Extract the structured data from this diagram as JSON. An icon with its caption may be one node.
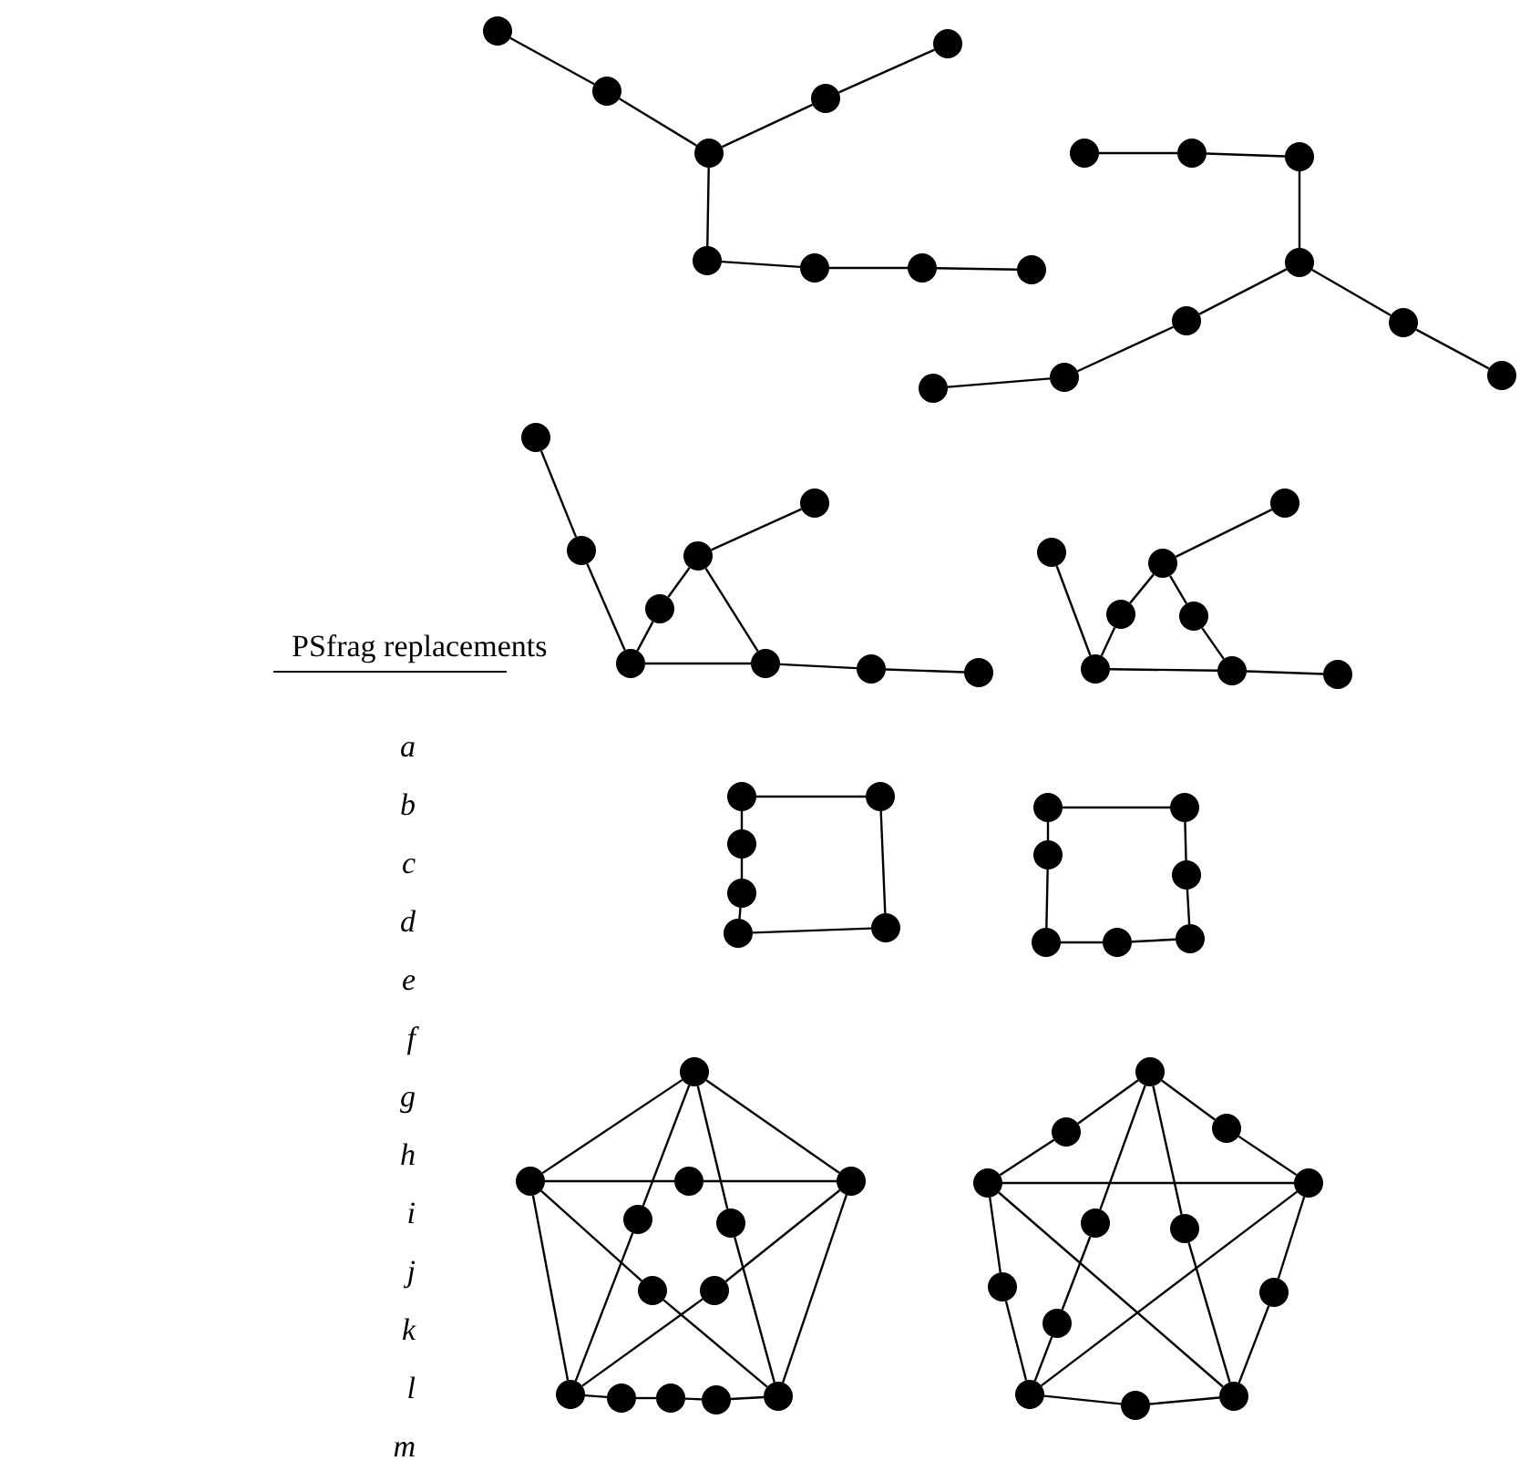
{
  "diagram": {
    "nodes": [
      {
        "text": [],
        "shape": "circle"
      },
      {
        "text": [],
        "shape": "circle"
      },
      {
        "text": [],
        "shape": "circle"
      },
      {
        "text": [],
        "shape": "circle"
      },
      {
        "text": [],
        "shape": "circle"
      },
      {
        "text": [],
        "shape": "circle"
      },
      {
        "text": [],
        "shape": "circle"
      },
      {
        "text": [],
        "shape": "circle"
      },
      {
        "text": [],
        "shape": "circle"
      },
      {
        "text": [],
        "shape": "circle"
      },
      {
        "text": [],
        "shape": "circle"
      },
      {
        "text": [],
        "shape": "circle"
      },
      {
        "text": [],
        "shape": "circle"
      },
      {
        "text": [],
        "shape": "circle"
      },
      {
        "text": [],
        "shape": "circle"
      },
      {
        "text": [],
        "shape": "circle"
      },
      {
        "text": [],
        "shape": "circle"
      },
      {
        "text": [],
        "shape": "circle"
      },
      {
        "text": [],
        "shape": "circle"
      },
      {
        "text": [],
        "shape": "circle"
      },
      {
        "text": [],
        "shape": "circle"
      },
      {
        "text": [],
        "shape": "circle"
      },
      {
        "text": [],
        "shape": "circle"
      },
      {
        "text": [],
        "shape": "circle"
      },
      {
        "text": [],
        "shape": "circle"
      },
      {
        "text": [],
        "shape": "circle"
      },
      {
        "text": [],
        "shape": "circle"
      },
      {
        "text": [],
        "shape": "circle"
      },
      {
        "text": [],
        "shape": "circle"
      },
      {
        "text": [],
        "shape": "circle"
      },
      {
        "text": [],
        "shape": "circle"
      },
      {
        "text": [],
        "shape": "circle"
      },
      {
        "text": [],
        "shape": "circle"
      },
      {
        "text": [],
        "shape": "circle"
      },
      {
        "text": [],
        "shape": "circle"
      },
      {
        "text": [],
        "shape": "circle"
      },
      {
        "text": [],
        "shape": "circle"
      },
      {
        "text": [],
        "shape": "circle"
      },
      {
        "text": [],
        "shape": "circle"
      },
      {
        "text": [],
        "shape": "circle"
      },
      {
        "text": [],
        "shape": "circle"
      },
      {
        "text": [],
        "shape": "circle"
      },
      {
        "text": [],
        "shape": "circle"
      },
      {
        "text": [],
        "shape": "circle"
      },
      {
        "text": [],
        "shape": "circle"
      },
      {
        "text": [],
        "shape": "circle"
      },
      {
        "text": [],
        "shape": "circle"
      },
      {
        "text": [],
        "shape": "circle"
      },
      {
        "text": [],
        "shape": "circle"
      },
      {
        "text": [],
        "shape": "circle"
      },
      {
        "text": [],
        "shape": "circle"
      },
      {
        "text": [],
        "shape": "circle"
      },
      {
        "text": [],
        "shape": "circle"
      },
      {
        "text": [],
        "shape": "circle"
      },
      {
        "text": [],
        "shape": "circle"
      },
      {
        "text": [],
        "shape": "circle"
      },
      {
        "text": [],
        "shape": "circle"
      },
      {
        "text": [],
        "shape": "circle"
      },
      {
        "text": [],
        "shape": "circle"
      },
      {
        "text": [],
        "shape": "circle"
      },
      {
        "text": [],
        "shape": "circle"
      },
      {
        "text": [],
        "shape": "circle"
      },
      {
        "text": [],
        "shape": "circle"
      },
      {
        "text": [],
        "shape": "circle"
      },
      {
        "text": [],
        "shape": "circle"
      },
      {
        "text": [],
        "shape": "circle"
      },
      {
        "text": [],
        "shape": "circle"
      },
      {
        "text": [],
        "shape": "circle"
      },
      {
        "text": [],
        "shape": "circle"
      },
      {
        "text": [],
        "shape": "circle"
      },
      {
        "text": [],
        "shape": "circle"
      },
      {
        "text": [],
        "shape": "circle"
      },
      {
        "text": [],
        "shape": "circle"
      },
      {
        "text": [],
        "shape": "circle"
      }
    ],
    "edges": [
      {
        "from": 0,
        "to": 1,
        "arrow": "none"
      },
      {
        "from": 1,
        "to": 2,
        "arrow": "none"
      },
      {
        "from": 2,
        "to": 3,
        "arrow": "none"
      },
      {
        "from": 3,
        "to": 4,
        "arrow": "none"
      },
      {
        "from": 2,
        "to": 5,
        "arrow": "none"
      },
      {
        "from": 5,
        "to": 6,
        "arrow": "none"
      },
      {
        "from": 6,
        "to": 7,
        "arrow": "none"
      },
      {
        "from": 7,
        "to": 8,
        "arrow": "none"
      },
      {
        "from": 9,
        "to": 10,
        "arrow": "none"
      },
      {
        "from": 10,
        "to": 11,
        "arrow": "none"
      },
      {
        "from": 11,
        "to": 12,
        "arrow": "none"
      },
      {
        "from": 12,
        "to": 13,
        "arrow": "none"
      },
      {
        "from": 13,
        "to": 14,
        "arrow": "none"
      },
      {
        "from": 14,
        "to": 15,
        "arrow": "none"
      },
      {
        "from": 12,
        "to": 16,
        "arrow": "none"
      },
      {
        "from": 16,
        "to": 17,
        "arrow": "none"
      },
      {
        "from": 18,
        "to": 19,
        "arrow": "none"
      },
      {
        "from": 19,
        "to": 23,
        "arrow": "none"
      },
      {
        "from": 23,
        "to": 22,
        "arrow": "none"
      },
      {
        "from": 22,
        "to": 20,
        "arrow": "none"
      },
      {
        "from": 20,
        "to": 21,
        "arrow": "none"
      },
      {
        "from": 20,
        "to": 24,
        "arrow": "none"
      },
      {
        "from": 23,
        "to": 24,
        "arrow": "none"
      },
      {
        "from": 24,
        "to": 25,
        "arrow": "none"
      },
      {
        "from": 25,
        "to": 26,
        "arrow": "none"
      },
      {
        "from": 27,
        "to": 32,
        "arrow": "none"
      },
      {
        "from": 32,
        "to": 30,
        "arrow": "none"
      },
      {
        "from": 30,
        "to": 28,
        "arrow": "none"
      },
      {
        "from": 28,
        "to": 29,
        "arrow": "none"
      },
      {
        "from": 28,
        "to": 31,
        "arrow": "none"
      },
      {
        "from": 31,
        "to": 33,
        "arrow": "none"
      },
      {
        "from": 32,
        "to": 33,
        "arrow": "none"
      },
      {
        "from": 33,
        "to": 34,
        "arrow": "none"
      },
      {
        "from": 35,
        "to": 36,
        "arrow": "none"
      },
      {
        "from": 36,
        "to": 40,
        "arrow": "none"
      },
      {
        "from": 35,
        "to": 37,
        "arrow": "none"
      },
      {
        "from": 37,
        "to": 38,
        "arrow": "none"
      },
      {
        "from": 38,
        "to": 39,
        "arrow": "none"
      },
      {
        "from": 39,
        "to": 40,
        "arrow": "none"
      },
      {
        "from": 41,
        "to": 42,
        "arrow": "none"
      },
      {
        "from": 42,
        "to": 44,
        "arrow": "none"
      },
      {
        "from": 44,
        "to": 47,
        "arrow": "none"
      },
      {
        "from": 41,
        "to": 43,
        "arrow": "none"
      },
      {
        "from": 43,
        "to": 45,
        "arrow": "none"
      },
      {
        "from": 45,
        "to": 46,
        "arrow": "none"
      },
      {
        "from": 46,
        "to": 47,
        "arrow": "none"
      },
      {
        "from": 48,
        "to": 49,
        "arrow": "none"
      },
      {
        "from": 48,
        "to": 51,
        "arrow": "none"
      },
      {
        "from": 49,
        "to": 50,
        "arrow": "none"
      },
      {
        "from": 50,
        "to": 51,
        "arrow": "none"
      },
      {
        "from": 48,
        "to": 52,
        "arrow": "none"
      },
      {
        "from": 52,
        "to": 56,
        "arrow": "none"
      },
      {
        "from": 48,
        "to": 53,
        "arrow": "none"
      },
      {
        "from": 53,
        "to": 60,
        "arrow": "none"
      },
      {
        "from": 49,
        "to": 54,
        "arrow": "none"
      },
      {
        "from": 54,
        "to": 60,
        "arrow": "none"
      },
      {
        "from": 51,
        "to": 55,
        "arrow": "none"
      },
      {
        "from": 55,
        "to": 56,
        "arrow": "none"
      },
      {
        "from": 49,
        "to": 56,
        "arrow": "none"
      },
      {
        "from": 51,
        "to": 60,
        "arrow": "none"
      },
      {
        "from": 56,
        "to": 57,
        "arrow": "none"
      },
      {
        "from": 57,
        "to": 58,
        "arrow": "none"
      },
      {
        "from": 58,
        "to": 59,
        "arrow": "none"
      },
      {
        "from": 59,
        "to": 60,
        "arrow": "none"
      },
      {
        "from": 61,
        "to": 62,
        "arrow": "none"
      },
      {
        "from": 62,
        "to": 64,
        "arrow": "none"
      },
      {
        "from": 61,
        "to": 63,
        "arrow": "none"
      },
      {
        "from": 63,
        "to": 65,
        "arrow": "none"
      },
      {
        "from": 64,
        "to": 65,
        "arrow": "none"
      },
      {
        "from": 61,
        "to": 66,
        "arrow": "none"
      },
      {
        "from": 66,
        "to": 70,
        "arrow": "none"
      },
      {
        "from": 70,
        "to": 71,
        "arrow": "none"
      },
      {
        "from": 61,
        "to": 67,
        "arrow": "none"
      },
      {
        "from": 67,
        "to": 73,
        "arrow": "none"
      },
      {
        "from": 64,
        "to": 73,
        "arrow": "none"
      },
      {
        "from": 65,
        "to": 71,
        "arrow": "none"
      },
      {
        "from": 64,
        "to": 68,
        "arrow": "none"
      },
      {
        "from": 68,
        "to": 71,
        "arrow": "none"
      },
      {
        "from": 65,
        "to": 69,
        "arrow": "none"
      },
      {
        "from": 69,
        "to": 73,
        "arrow": "none"
      },
      {
        "from": 71,
        "to": 72,
        "arrow": "none"
      },
      {
        "from": 72,
        "to": 73,
        "arrow": "none"
      }
    ],
    "labels": [
      "PSfrag replacements",
      "a",
      "b",
      "c",
      "d",
      "e",
      "f",
      "g",
      "h",
      "i",
      "j",
      "k",
      "l",
      "m"
    ]
  }
}
